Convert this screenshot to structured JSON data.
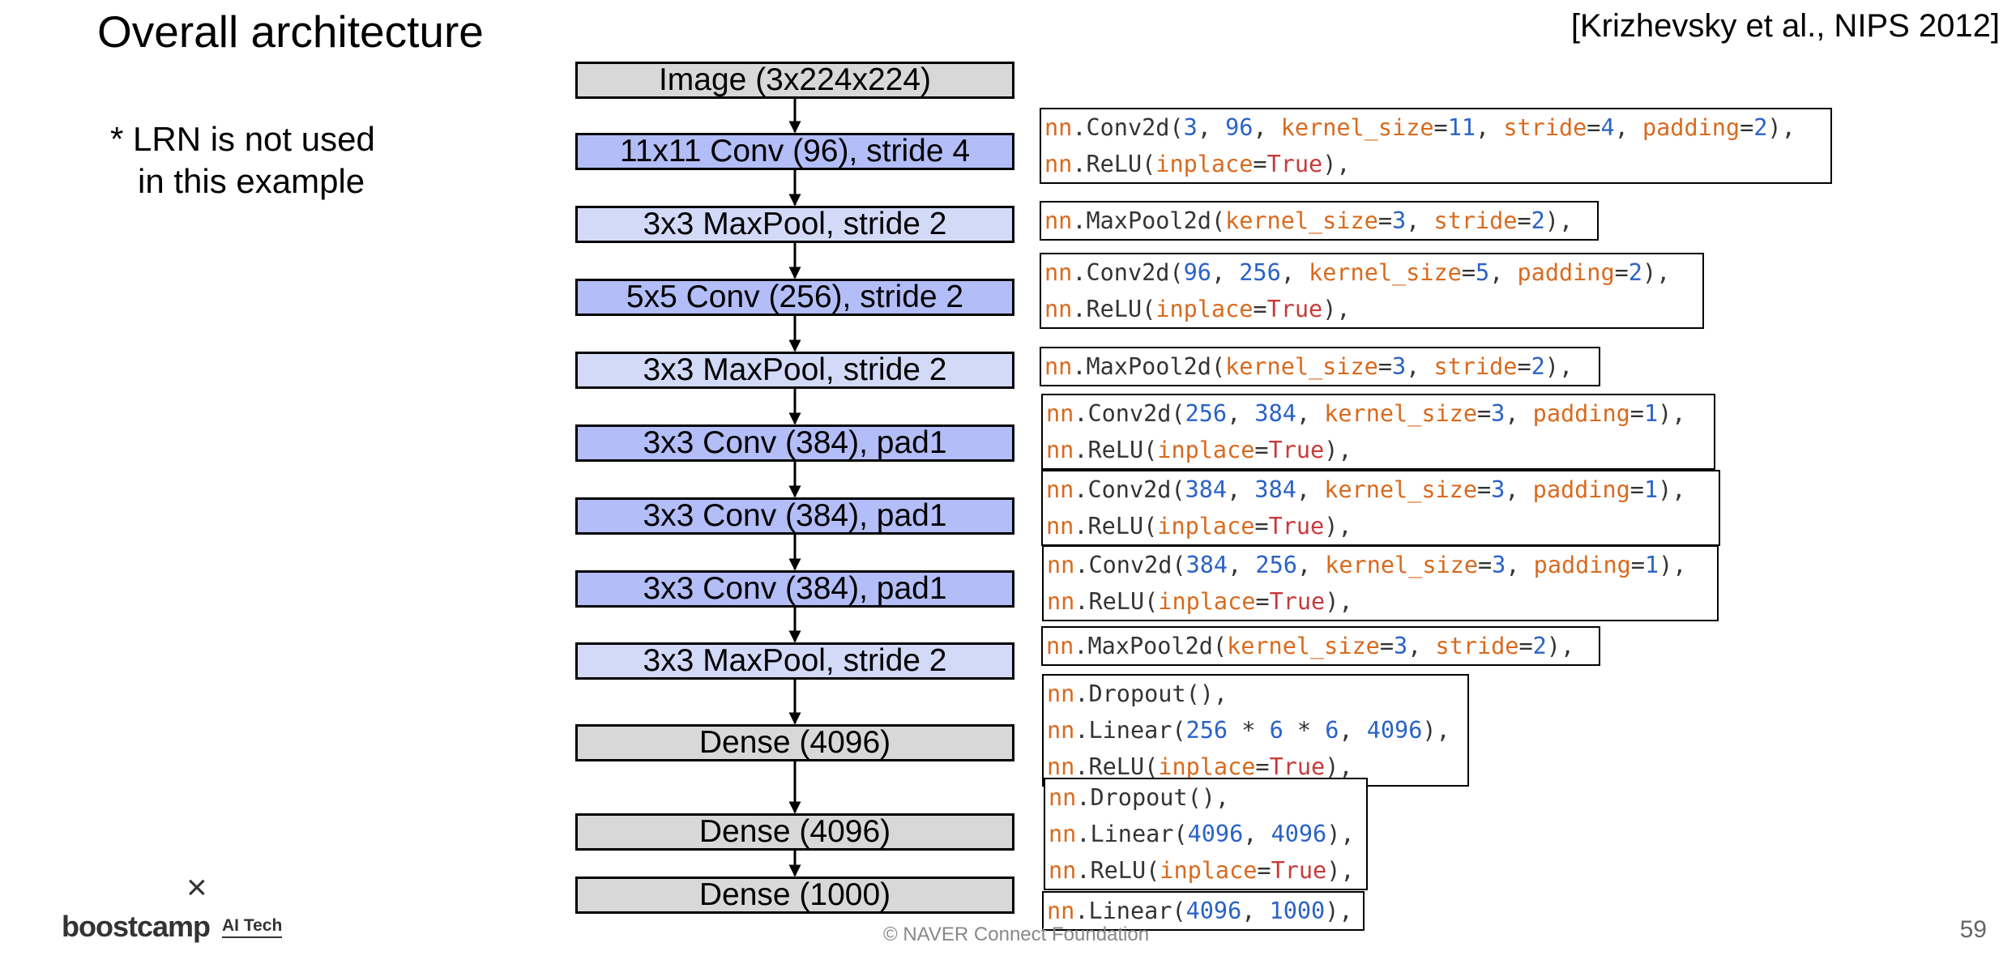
{
  "slide": {
    "title": "Overall architecture",
    "citation": "[Krizhevsky et al., NIPS 2012]",
    "note_line1": "* LRN is not used",
    "note_line2": "in this example",
    "footer": "©  NAVER Connect Foundation",
    "page_number": "59",
    "logo_main": "boostcamp",
    "logo_sub": "AI Tech",
    "logo_mark": "×"
  },
  "colors": {
    "input_block": "#d8d8d8",
    "conv_block": "#b3bdf7",
    "pool_block": "#d3daf8",
    "dense_block": "#d8d8d8",
    "code_module": "#d96a1e",
    "code_number": "#2a62c6",
    "code_bool": "#c83a3a"
  },
  "layers": [
    {
      "label": "Image (3x224x224)",
      "kind": "gray"
    },
    {
      "label": "11x11 Conv (96), stride 4",
      "kind": "conv"
    },
    {
      "label": "3x3 MaxPool, stride 2",
      "kind": "pool"
    },
    {
      "label": "5x5 Conv (256), stride 2",
      "kind": "conv"
    },
    {
      "label": "3x3 MaxPool, stride 2",
      "kind": "pool"
    },
    {
      "label": "3x3 Conv (384), pad1",
      "kind": "conv"
    },
    {
      "label": "3x3 Conv (384), pad1",
      "kind": "conv"
    },
    {
      "label": "3x3 Conv (384), pad1",
      "kind": "conv"
    },
    {
      "label": "3x3 MaxPool, stride 2",
      "kind": "pool"
    },
    {
      "label": "Dense (4096)",
      "kind": "gray"
    },
    {
      "label": "Dense (4096)",
      "kind": "gray"
    },
    {
      "label": "Dense (1000)",
      "kind": "gray"
    }
  ],
  "code_blocks": [
    {
      "lines": [
        [
          [
            "nn",
            "o"
          ],
          [
            ".Conv2d(",
            "k"
          ],
          [
            "3",
            "b"
          ],
          [
            ", ",
            "k"
          ],
          [
            "96",
            "b"
          ],
          [
            ", ",
            "k"
          ],
          [
            "kernel_size",
            "o"
          ],
          [
            "=",
            "k"
          ],
          [
            "11",
            "b"
          ],
          [
            ", ",
            "k"
          ],
          [
            "stride",
            "o"
          ],
          [
            "=",
            "k"
          ],
          [
            "4",
            "b"
          ],
          [
            ", ",
            "k"
          ],
          [
            "padding",
            "o"
          ],
          [
            "=",
            "k"
          ],
          [
            "2",
            "b"
          ],
          [
            "),",
            "k"
          ]
        ],
        [
          [
            "nn",
            "o"
          ],
          [
            ".ReLU(",
            "k"
          ],
          [
            "inplace",
            "o"
          ],
          [
            "=",
            "k"
          ],
          [
            "True",
            "r"
          ],
          [
            "),",
            "k"
          ]
        ]
      ]
    },
    {
      "lines": [
        [
          [
            "nn",
            "o"
          ],
          [
            ".MaxPool2d(",
            "k"
          ],
          [
            "kernel_size",
            "o"
          ],
          [
            "=",
            "k"
          ],
          [
            "3",
            "b"
          ],
          [
            ", ",
            "k"
          ],
          [
            "stride",
            "o"
          ],
          [
            "=",
            "k"
          ],
          [
            "2",
            "b"
          ],
          [
            "),",
            "k"
          ]
        ]
      ]
    },
    {
      "lines": [
        [
          [
            "nn",
            "o"
          ],
          [
            ".Conv2d(",
            "k"
          ],
          [
            "96",
            "b"
          ],
          [
            ", ",
            "k"
          ],
          [
            "256",
            "b"
          ],
          [
            ", ",
            "k"
          ],
          [
            "kernel_size",
            "o"
          ],
          [
            "=",
            "k"
          ],
          [
            "5",
            "b"
          ],
          [
            ", ",
            "k"
          ],
          [
            "padding",
            "o"
          ],
          [
            "=",
            "k"
          ],
          [
            "2",
            "b"
          ],
          [
            "),",
            "k"
          ]
        ],
        [
          [
            "nn",
            "o"
          ],
          [
            ".ReLU(",
            "k"
          ],
          [
            "inplace",
            "o"
          ],
          [
            "=",
            "k"
          ],
          [
            "True",
            "r"
          ],
          [
            "),",
            "k"
          ]
        ]
      ]
    },
    {
      "lines": [
        [
          [
            "nn",
            "o"
          ],
          [
            ".MaxPool2d(",
            "k"
          ],
          [
            "kernel_size",
            "o"
          ],
          [
            "=",
            "k"
          ],
          [
            "3",
            "b"
          ],
          [
            ", ",
            "k"
          ],
          [
            "stride",
            "o"
          ],
          [
            "=",
            "k"
          ],
          [
            "2",
            "b"
          ],
          [
            "),",
            "k"
          ]
        ]
      ]
    },
    {
      "lines": [
        [
          [
            "nn",
            "o"
          ],
          [
            ".Conv2d(",
            "k"
          ],
          [
            "256",
            "b"
          ],
          [
            ", ",
            "k"
          ],
          [
            "384",
            "b"
          ],
          [
            ", ",
            "k"
          ],
          [
            "kernel_size",
            "o"
          ],
          [
            "=",
            "k"
          ],
          [
            "3",
            "b"
          ],
          [
            ", ",
            "k"
          ],
          [
            "padding",
            "o"
          ],
          [
            "=",
            "k"
          ],
          [
            "1",
            "b"
          ],
          [
            "),",
            "k"
          ]
        ],
        [
          [
            "nn",
            "o"
          ],
          [
            ".ReLU(",
            "k"
          ],
          [
            "inplace",
            "o"
          ],
          [
            "=",
            "k"
          ],
          [
            "True",
            "r"
          ],
          [
            "),",
            "k"
          ]
        ]
      ]
    },
    {
      "lines": [
        [
          [
            "nn",
            "o"
          ],
          [
            ".Conv2d(",
            "k"
          ],
          [
            "384",
            "b"
          ],
          [
            ", ",
            "k"
          ],
          [
            "384",
            "b"
          ],
          [
            ", ",
            "k"
          ],
          [
            "kernel_size",
            "o"
          ],
          [
            "=",
            "k"
          ],
          [
            "3",
            "b"
          ],
          [
            ", ",
            "k"
          ],
          [
            "padding",
            "o"
          ],
          [
            "=",
            "k"
          ],
          [
            "1",
            "b"
          ],
          [
            "),",
            "k"
          ]
        ],
        [
          [
            "nn",
            "o"
          ],
          [
            ".ReLU(",
            "k"
          ],
          [
            "inplace",
            "o"
          ],
          [
            "=",
            "k"
          ],
          [
            "True",
            "r"
          ],
          [
            "),",
            "k"
          ]
        ]
      ]
    },
    {
      "lines": [
        [
          [
            "nn",
            "o"
          ],
          [
            ".Conv2d(",
            "k"
          ],
          [
            "384",
            "b"
          ],
          [
            ", ",
            "k"
          ],
          [
            "256",
            "b"
          ],
          [
            ", ",
            "k"
          ],
          [
            "kernel_size",
            "o"
          ],
          [
            "=",
            "k"
          ],
          [
            "3",
            "b"
          ],
          [
            ", ",
            "k"
          ],
          [
            "padding",
            "o"
          ],
          [
            "=",
            "k"
          ],
          [
            "1",
            "b"
          ],
          [
            "),",
            "k"
          ]
        ],
        [
          [
            "nn",
            "o"
          ],
          [
            ".ReLU(",
            "k"
          ],
          [
            "inplace",
            "o"
          ],
          [
            "=",
            "k"
          ],
          [
            "True",
            "r"
          ],
          [
            "),",
            "k"
          ]
        ]
      ]
    },
    {
      "lines": [
        [
          [
            "nn",
            "o"
          ],
          [
            ".MaxPool2d(",
            "k"
          ],
          [
            "kernel_size",
            "o"
          ],
          [
            "=",
            "k"
          ],
          [
            "3",
            "b"
          ],
          [
            ", ",
            "k"
          ],
          [
            "stride",
            "o"
          ],
          [
            "=",
            "k"
          ],
          [
            "2",
            "b"
          ],
          [
            "),",
            "k"
          ]
        ]
      ]
    },
    {
      "lines": [
        [
          [
            "nn",
            "o"
          ],
          [
            ".Dropout(),",
            "k"
          ]
        ],
        [
          [
            "nn",
            "o"
          ],
          [
            ".Linear(",
            "k"
          ],
          [
            "256",
            "b"
          ],
          [
            " * ",
            "k"
          ],
          [
            "6",
            "b"
          ],
          [
            " * ",
            "k"
          ],
          [
            "6",
            "b"
          ],
          [
            ", ",
            "k"
          ],
          [
            "4096",
            "b"
          ],
          [
            "),",
            "k"
          ]
        ],
        [
          [
            "nn",
            "o"
          ],
          [
            ".ReLU(",
            "k"
          ],
          [
            "inplace",
            "o"
          ],
          [
            "=",
            "k"
          ],
          [
            "True",
            "r"
          ],
          [
            "),",
            "k"
          ]
        ]
      ]
    },
    {
      "lines": [
        [
          [
            "nn",
            "o"
          ],
          [
            ".Dropout(),",
            "k"
          ]
        ],
        [
          [
            "nn",
            "o"
          ],
          [
            ".Linear(",
            "k"
          ],
          [
            "4096",
            "b"
          ],
          [
            ", ",
            "k"
          ],
          [
            "4096",
            "b"
          ],
          [
            "),",
            "k"
          ]
        ],
        [
          [
            "nn",
            "o"
          ],
          [
            ".ReLU(",
            "k"
          ],
          [
            "inplace",
            "o"
          ],
          [
            "=",
            "k"
          ],
          [
            "True",
            "r"
          ],
          [
            "),",
            "k"
          ]
        ]
      ]
    },
    {
      "lines": [
        [
          [
            "nn",
            "o"
          ],
          [
            ".Linear(",
            "k"
          ],
          [
            "4096",
            "b"
          ],
          [
            ", ",
            "k"
          ],
          [
            "1000",
            "b"
          ],
          [
            "),",
            "k"
          ]
        ]
      ]
    }
  ]
}
